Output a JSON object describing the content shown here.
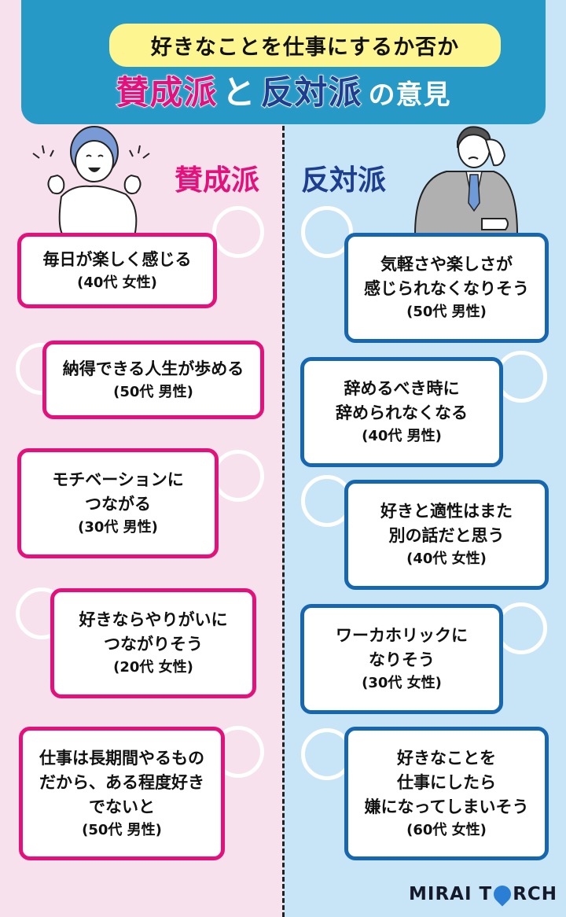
{
  "header": {
    "subtitle": "好きなことを仕事にするか否か",
    "title_pro": "賛成派",
    "title_and": "と",
    "title_con": "反対派",
    "title_suffix": "の意見"
  },
  "labels": {
    "pro": "賛成派",
    "con": "反対派"
  },
  "colors": {
    "pro_accent": "#e4117d",
    "con_accent": "#1d3d8f",
    "con_border": "#1766b0",
    "header_bg": "#2799c6",
    "subtitle_bg": "#fdf58f",
    "pro_bg": "#f7e1ec",
    "con_bg": "#c8e5f8"
  },
  "pro_opinions": [
    {
      "lines": [
        "毎日が楽しく感じる"
      ],
      "who": "(40代 女性)"
    },
    {
      "lines": [
        "納得できる人生が歩める"
      ],
      "who": "(50代 男性)"
    },
    {
      "lines": [
        "モチベーションに",
        "つながる"
      ],
      "who": "(30代 男性)"
    },
    {
      "lines": [
        "好きならやりがいに",
        "つながりそう"
      ],
      "who": "(20代 女性)"
    },
    {
      "lines": [
        "仕事は長期間やるもの",
        "だから、ある程度好き",
        "でないと"
      ],
      "who": "(50代 男性)"
    }
  ],
  "con_opinions": [
    {
      "lines": [
        "気軽さや楽しさが",
        "感じられなくなりそう"
      ],
      "who": "(50代 男性)"
    },
    {
      "lines": [
        "辞めるべき時に",
        "辞められなくなる"
      ],
      "who": "(40代 男性)"
    },
    {
      "lines": [
        "好きと適性はまた",
        "別の話だと思う"
      ],
      "who": "(40代 女性)"
    },
    {
      "lines": [
        "ワーカホリックに",
        "なりそう"
      ],
      "who": "(30代 女性)"
    },
    {
      "lines": [
        "好きなことを",
        "仕事にしたら",
        "嫌になってしまいそう"
      ],
      "who": "(60代 女性)"
    }
  ],
  "logo": {
    "left": "MIRAI T",
    "right": "RCH"
  }
}
